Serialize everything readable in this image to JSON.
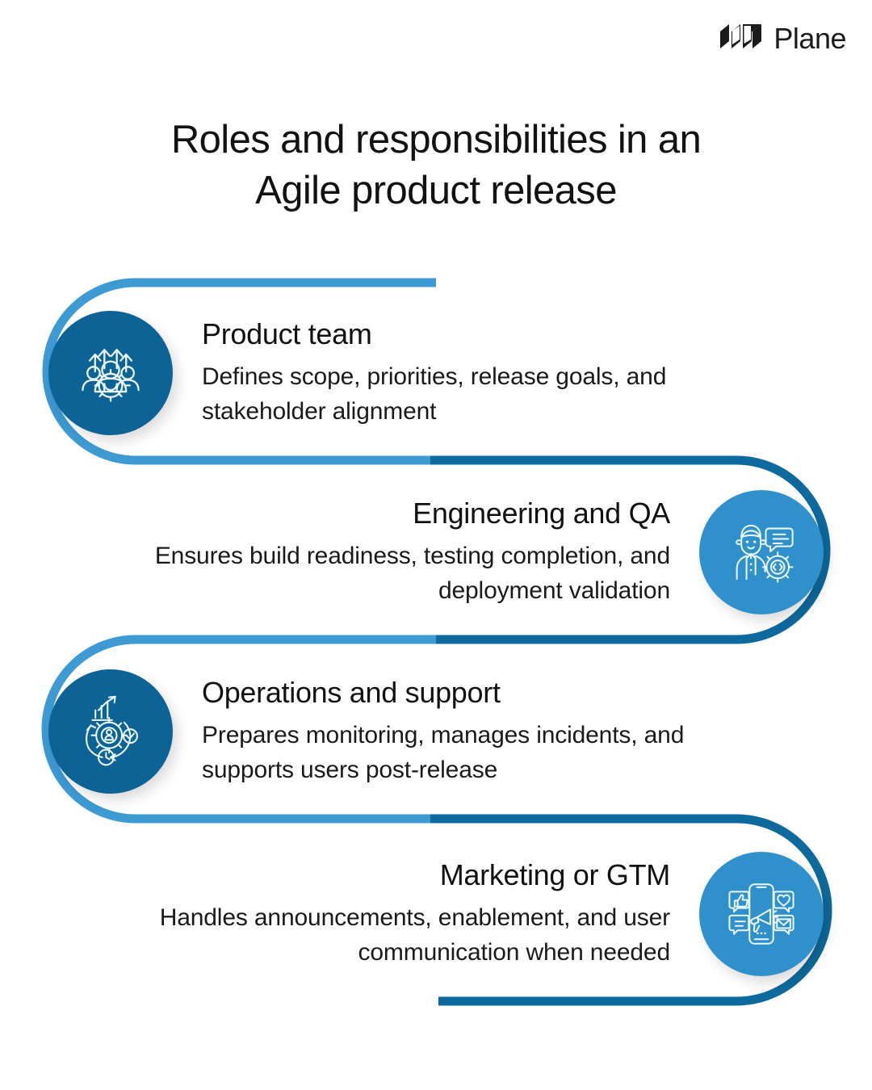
{
  "brand": {
    "name": "Plane",
    "logo_icon": "plane-logo-icon"
  },
  "title": {
    "line1": "Roles and responsibilities in an",
    "line2": "Agile product release"
  },
  "colors": {
    "dark_blue": "#0D6396",
    "mid_blue": "#0E6A9E",
    "light_blue": "#3090CC",
    "track_light": "#3D9AD3",
    "track_dark": "#0D6A9C",
    "text": "#111111",
    "background": "#FFFFFF"
  },
  "rows": [
    {
      "id": "product-team",
      "heading": "Product team",
      "body": "Defines scope, priorities, release goals, and stakeholder alignment",
      "icon": "team-growth-gear-icon",
      "icon_side": "left",
      "circle_color": "#0D6396"
    },
    {
      "id": "engineering-and-qa",
      "heading": "Engineering and QA",
      "body": "Ensures build readiness, testing completion, and deployment validation",
      "icon": "developer-chat-code-gear-icon",
      "icon_side": "right",
      "circle_color": "#3090CC"
    },
    {
      "id": "operations-and-support",
      "heading": "Operations and support",
      "body": "Prepares monitoring, manages incidents, and supports users post-release",
      "icon": "operations-gear-chart-clock-icon",
      "icon_side": "left",
      "circle_color": "#0D6396"
    },
    {
      "id": "marketing-or-gtm",
      "heading": "Marketing or GTM",
      "body": "Handles announcements, enablement, and user communication when needed",
      "icon": "phone-megaphone-social-icon",
      "icon_side": "right",
      "circle_color": "#3090CC"
    }
  ]
}
